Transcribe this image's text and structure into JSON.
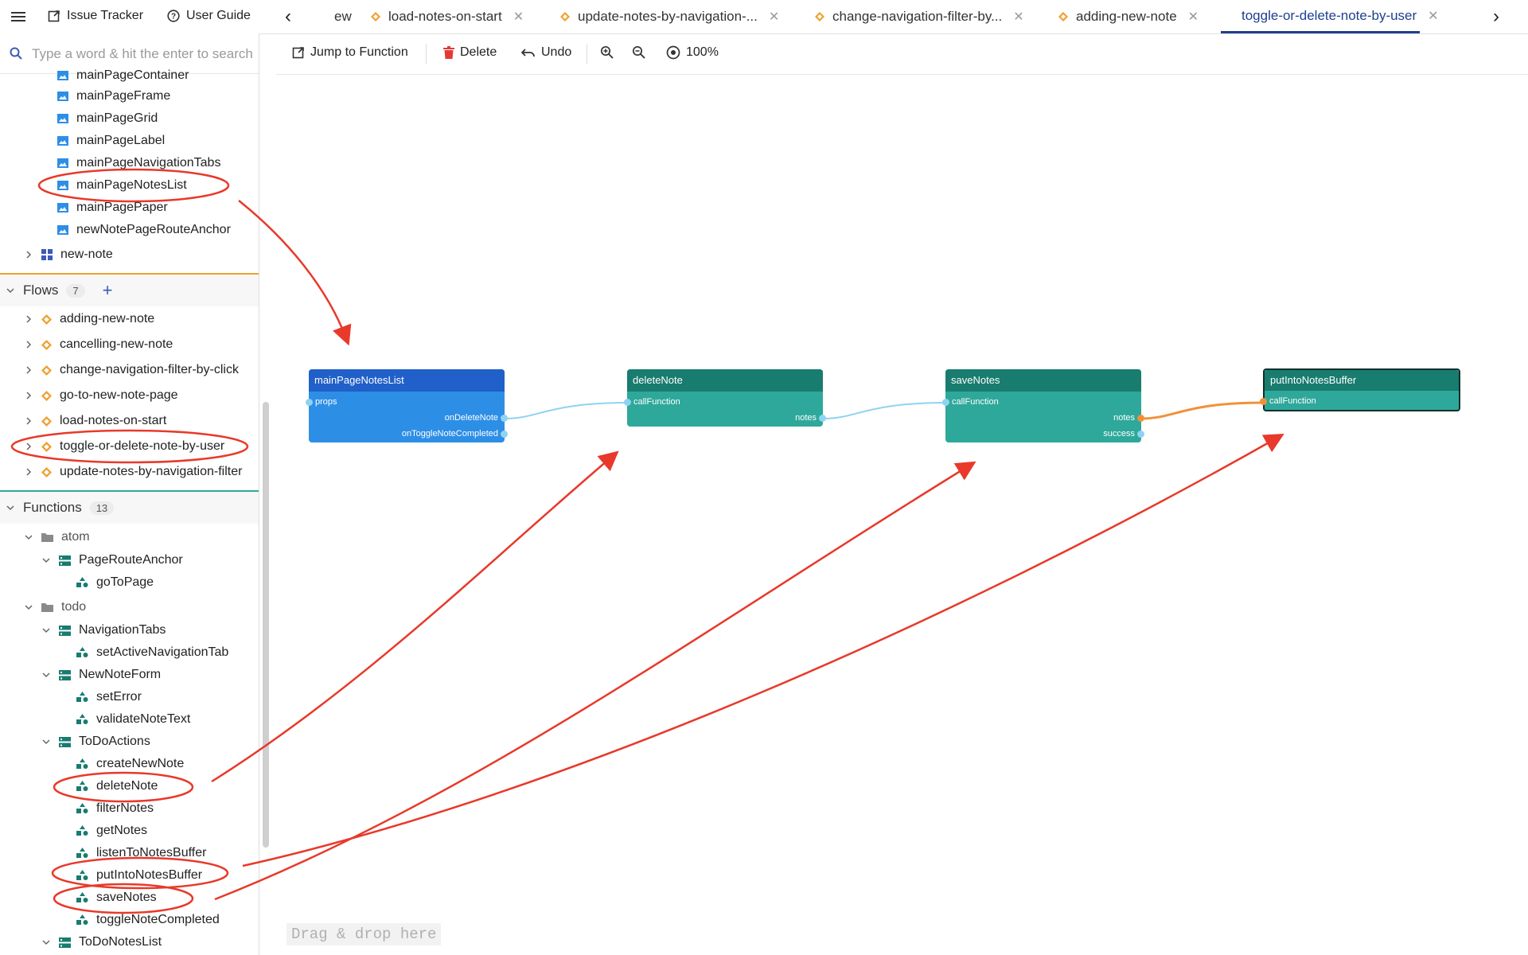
{
  "topbar": {
    "issue_tracker": "Issue Tracker",
    "user_guide": "User Guide"
  },
  "tabs": [
    {
      "label": "ew"
    },
    {
      "label": "load-notes-on-start"
    },
    {
      "label": "update-notes-by-navigation-..."
    },
    {
      "label": "change-navigation-filter-by..."
    },
    {
      "label": "adding-new-note"
    },
    {
      "label": "toggle-or-delete-note-by-user"
    }
  ],
  "search": {
    "placeholder": "Type a word & hit the enter to search"
  },
  "tree_top": [
    {
      "label": "mainPageContainer"
    },
    {
      "label": "mainPageFrame"
    },
    {
      "label": "mainPageGrid"
    },
    {
      "label": "mainPageLabel"
    },
    {
      "label": "mainPageNavigationTabs"
    },
    {
      "label": "mainPageNotesList"
    },
    {
      "label": "mainPagePaper"
    },
    {
      "label": "newNotePageRouteAnchor"
    },
    {
      "label": "new-note"
    }
  ],
  "flows": {
    "title": "Flows",
    "count": "7",
    "items": [
      {
        "label": "adding-new-note"
      },
      {
        "label": "cancelling-new-note"
      },
      {
        "label": "change-navigation-filter-by-click"
      },
      {
        "label": "go-to-new-note-page"
      },
      {
        "label": "load-notes-on-start"
      },
      {
        "label": "toggle-or-delete-note-by-user"
      },
      {
        "label": "update-notes-by-navigation-filter"
      }
    ]
  },
  "functions": {
    "title": "Functions",
    "count": "13",
    "items": [
      {
        "label": "atom"
      },
      {
        "label": "PageRouteAnchor"
      },
      {
        "label": "goToPage"
      },
      {
        "label": "todo"
      },
      {
        "label": "NavigationTabs"
      },
      {
        "label": "setActiveNavigationTab"
      },
      {
        "label": "NewNoteForm"
      },
      {
        "label": "setError"
      },
      {
        "label": "validateNoteText"
      },
      {
        "label": "ToDoActions"
      },
      {
        "label": "createNewNote"
      },
      {
        "label": "deleteNote"
      },
      {
        "label": "filterNotes"
      },
      {
        "label": "getNotes"
      },
      {
        "label": "listenToNotesBuffer"
      },
      {
        "label": "putIntoNotesBuffer"
      },
      {
        "label": "saveNotes"
      },
      {
        "label": "toggleNoteCompleted"
      },
      {
        "label": "ToDoNotesList"
      }
    ]
  },
  "toolbar": {
    "jump": "Jump to Function",
    "delete": "Delete",
    "undo": "Undo",
    "zoom": "100%"
  },
  "nodes": {
    "n1": {
      "title": "mainPageNotesList",
      "in": "props",
      "out1": "onDeleteNote",
      "out2": "onToggleNoteCompleted"
    },
    "n2": {
      "title": "deleteNote",
      "in": "callFunction",
      "out1": "notes"
    },
    "n3": {
      "title": "saveNotes",
      "in": "callFunction",
      "out1": "notes",
      "out2": "success"
    },
    "n4": {
      "title": "putIntoNotesBuffer",
      "in": "callFunction"
    }
  },
  "dropzone": "Drag & drop here",
  "colors": {
    "component_node": "#2d8ee6",
    "function_node": "#2ea89a",
    "function_header": "#187c6f",
    "annotation": "#e8392a",
    "accent_tab": "#1f3f8f",
    "flow_icon": "#f0a030"
  }
}
